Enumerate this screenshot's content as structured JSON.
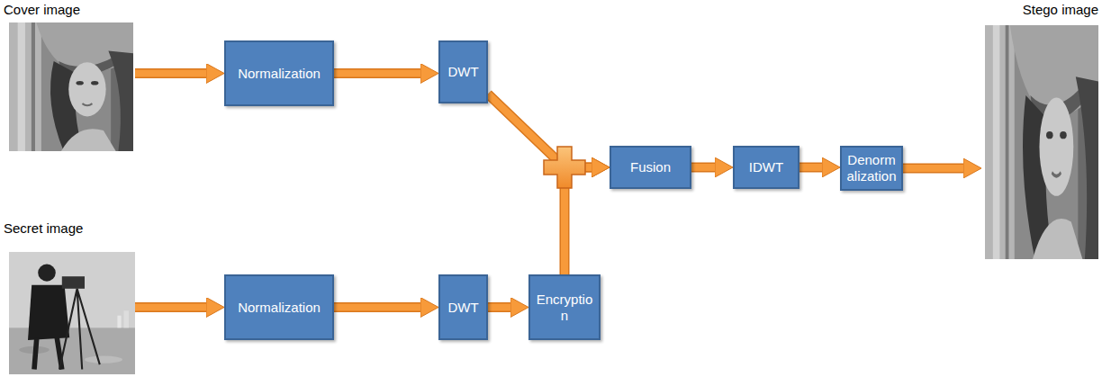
{
  "diagram": {
    "nodes": [
      {
        "text": [
          "Cover image"
        ]
      },
      {
        "text": [
          "Normalization"
        ]
      },
      {
        "text": [
          "DWT"
        ]
      },
      {
        "text": [
          "Fusion"
        ]
      },
      {
        "text": [
          "IDWT"
        ]
      },
      {
        "text": [
          "Denorm alization"
        ]
      },
      {
        "text": [
          "Stego image"
        ]
      },
      {
        "text": [
          "Secret image"
        ]
      },
      {
        "text": [
          "Normalization"
        ]
      },
      {
        "text": [
          "DWT"
        ]
      },
      {
        "text": [
          "Encryptio n"
        ]
      }
    ],
    "edges": [
      {
        "from": 0,
        "to": 1,
        "arrow": "to"
      },
      {
        "from": 1,
        "to": 2,
        "arrow": "to"
      },
      {
        "from": 2,
        "to": 3,
        "arrow": "to"
      },
      {
        "from": 10,
        "to": 3,
        "arrow": "to"
      },
      {
        "from": 3,
        "to": 4,
        "arrow": "to"
      },
      {
        "from": 4,
        "to": 5,
        "arrow": "to"
      },
      {
        "from": 5,
        "to": 6,
        "arrow": "to"
      },
      {
        "from": 7,
        "to": 8,
        "arrow": "to"
      },
      {
        "from": 8,
        "to": 9,
        "arrow": "to"
      },
      {
        "from": 9,
        "to": 10,
        "arrow": "to"
      }
    ]
  }
}
